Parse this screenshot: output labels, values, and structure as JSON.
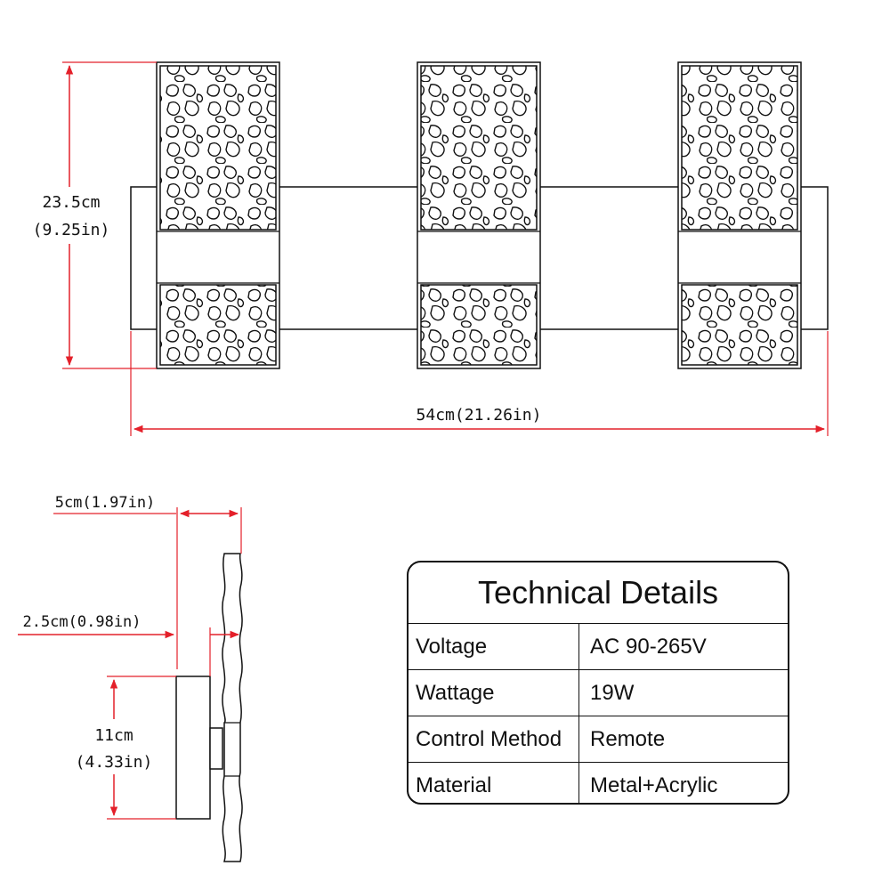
{
  "front_view": {
    "height_label_cm": "23.5cm",
    "height_label_in": "(9.25in)",
    "width_label": "54cm(21.26in)"
  },
  "side_view": {
    "depth_label": "5cm(1.97in)",
    "offset_label": "2.5cm(0.98in)",
    "base_height_cm": "11cm",
    "base_height_in": "(4.33in)"
  },
  "technical_details": {
    "title": "Technical Details",
    "rows": [
      {
        "label": "Voltage",
        "value": "AC 90-265V"
      },
      {
        "label": "Wattage",
        "value": "19W"
      },
      {
        "label": "Control Method",
        "value": "Remote"
      },
      {
        "label": "Material",
        "value": "Metal+Acrylic"
      }
    ]
  },
  "colors": {
    "dimension_line": "#e4202a",
    "outline": "#111111"
  }
}
